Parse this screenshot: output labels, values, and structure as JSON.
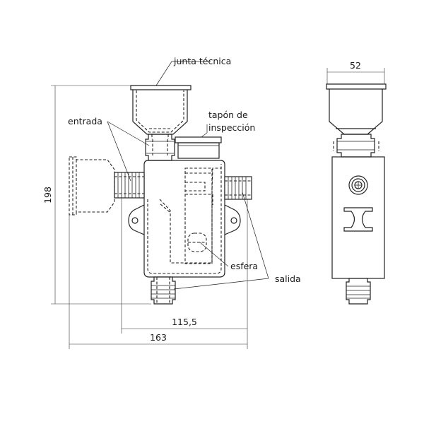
{
  "labels": {
    "junta": "junta técnica",
    "tapon_line1": "tapón de",
    "tapon_line2": "inspección",
    "entrada": "entrada",
    "esfera": "esfera",
    "salida": "salida"
  },
  "dimensions": {
    "height": "198",
    "width_inner": "115,5",
    "width_total": "163",
    "side_width": "52"
  },
  "colors": {
    "line": "#222222",
    "background": "#ffffff"
  }
}
